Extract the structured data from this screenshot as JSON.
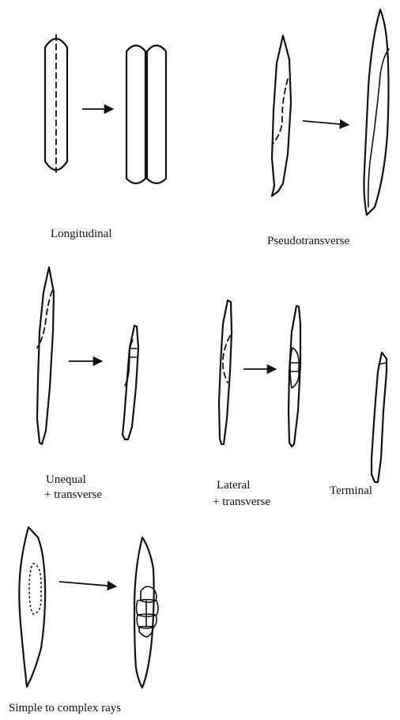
{
  "labels": {
    "longitudinal": "Longitudinal",
    "pseudotransverse": "Pseudotransverse",
    "unequal_line1": "Unequal",
    "unequal_line2": "+ transverse",
    "lateral_line1": "Lateral",
    "lateral_line2": "+ transverse",
    "terminal": "Terminal",
    "rays": "Simple to complex rays"
  }
}
